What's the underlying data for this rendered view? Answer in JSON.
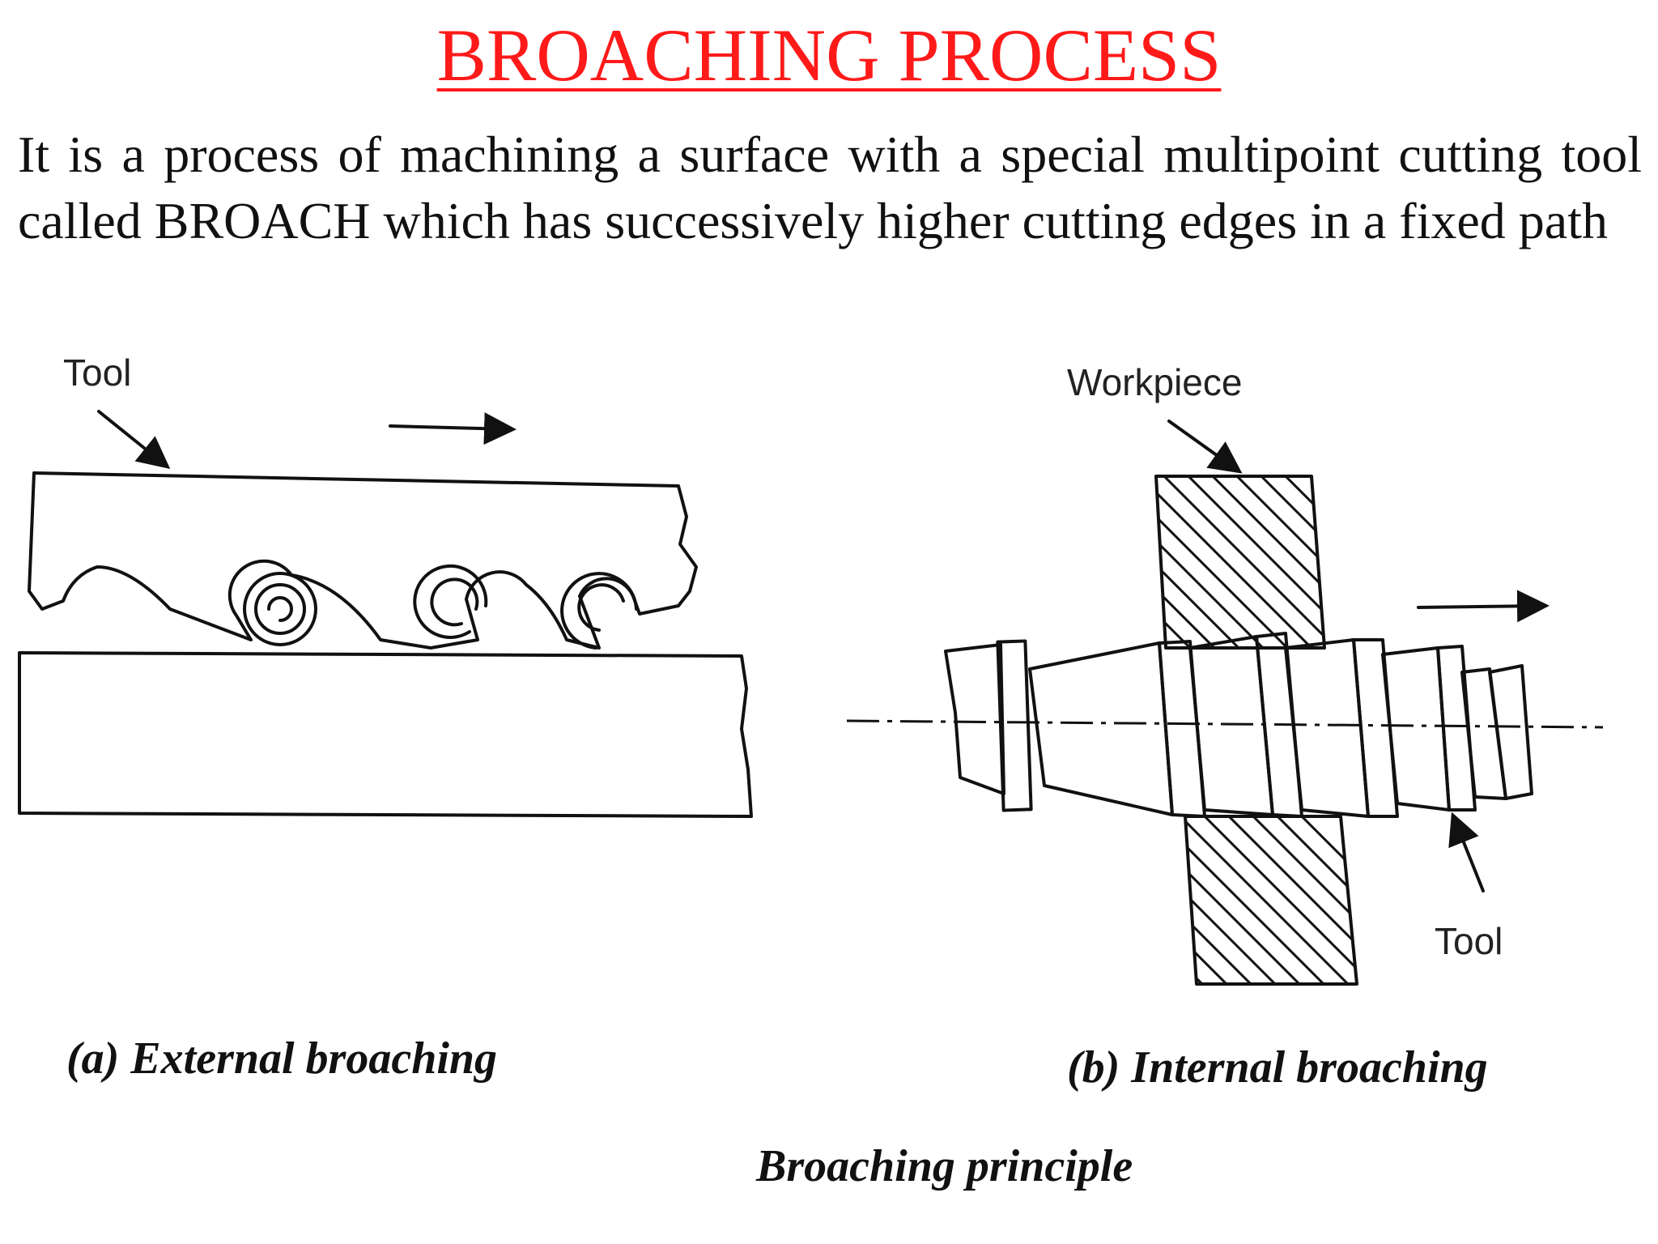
{
  "title": "BROACHING PROCESS",
  "description": "It is a process of machining a surface with a special multipoint cutting tool called BROACH which has successively higher cutting edges in a fixed path",
  "diagram": {
    "external": {
      "tool_label": "Tool",
      "caption": "(a) External broaching"
    },
    "internal": {
      "workpiece_label": "Workpiece",
      "tool_label": "Tool",
      "caption": "(b) Internal broaching"
    },
    "main_caption": "Broaching principle"
  },
  "icons": [
    "arrow-right-icon",
    "arrow-right-icon",
    "leader-arrow-icon"
  ]
}
